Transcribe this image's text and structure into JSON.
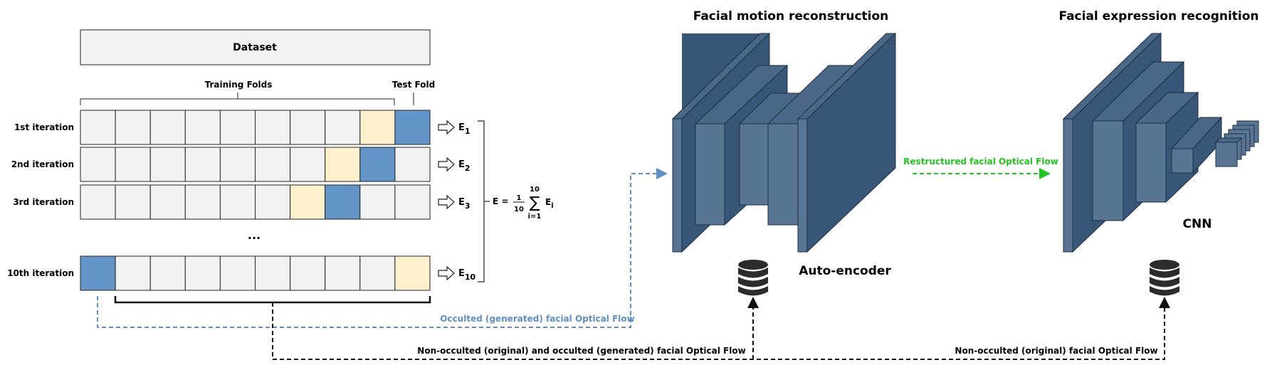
{
  "dataset": {
    "label": "Dataset"
  },
  "folds": {
    "training_label": "Training Folds",
    "test_label": "Test Fold"
  },
  "iterations": [
    {
      "label": "1st iteration",
      "error": "E",
      "error_sub": "1",
      "test_fold": 9,
      "val_fold": 8
    },
    {
      "label": "2nd iteration",
      "error": "E",
      "error_sub": "2",
      "test_fold": 8,
      "val_fold": 7
    },
    {
      "label": "3rd iteration",
      "error": "E",
      "error_sub": "3",
      "test_fold": 7,
      "val_fold": 6
    },
    {
      "label": "10th iteration",
      "error": "E",
      "error_sub": "10",
      "test_fold": 0,
      "val_fold": 9
    }
  ],
  "ellipsis": "...",
  "formula": {
    "lhs": "E =",
    "num": "1",
    "den": "10",
    "upper": "10",
    "sum": "∑",
    "lower": "i=1",
    "term": "E",
    "term_sub": "i"
  },
  "sections": {
    "motion_title": "Facial motion reconstruction",
    "expression_title": "Facial expression recognition",
    "autoencoder_label": "Auto-encoder",
    "cnn_label": "CNN"
  },
  "flows": {
    "occluded": "Occulted (generated) facial Optical Flow",
    "restructured": "Restructured facial Optical Flow",
    "mixed": "Non-occulted (original) and occulted (generated) facial Optical Flow",
    "original": "Non-occulted (original) facial Optical Flow"
  },
  "colors": {
    "test_fold": "#6495c8",
    "val_fold": "#fdf1cd",
    "fold": "#f2f2f2",
    "layer_front": "#587594",
    "layer_top": "#4a6787",
    "layer_side": "#385677",
    "blue_arrow": "#5f8fc4",
    "green_arrow": "#22c322",
    "black_arrow": "#111111"
  },
  "icons": {
    "database": "database-icon",
    "arrow": "hollow-arrow-icon"
  }
}
